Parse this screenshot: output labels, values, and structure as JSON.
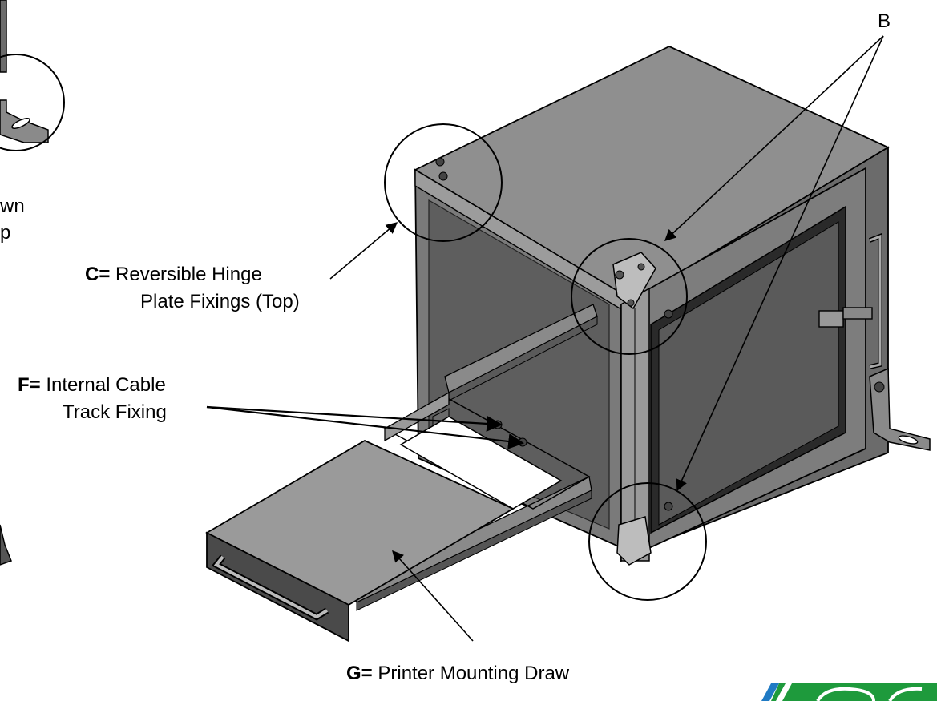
{
  "labels": {
    "b": "B",
    "c": {
      "key": "C=",
      "line1": "Reversible Hinge",
      "line2": "Plate Fixings (Top)"
    },
    "f": {
      "key": "F=",
      "line1": "Internal Cable",
      "line2": "Track Fixing"
    },
    "g": {
      "key": "G=",
      "line1": "Printer Mounting Draw"
    },
    "left_fragment": {
      "line1": "wn",
      "line2": "p"
    }
  },
  "colors": {
    "cabinet_top": "#8f8f8f",
    "cabinet_side": "#6b6b6b",
    "cabinet_front": "#7a7a7a",
    "door_glass": "#5a5a5a",
    "frame_dark": "#2a2a2a",
    "drawer_top": "#9a9a9a",
    "drawer_front": "#4a4a4a",
    "logo_blue": "#1f7ac4",
    "logo_green": "#1e9a3c"
  },
  "icons": {
    "logo": "brand-logo-icon",
    "callout": "callout-circle-icon"
  }
}
